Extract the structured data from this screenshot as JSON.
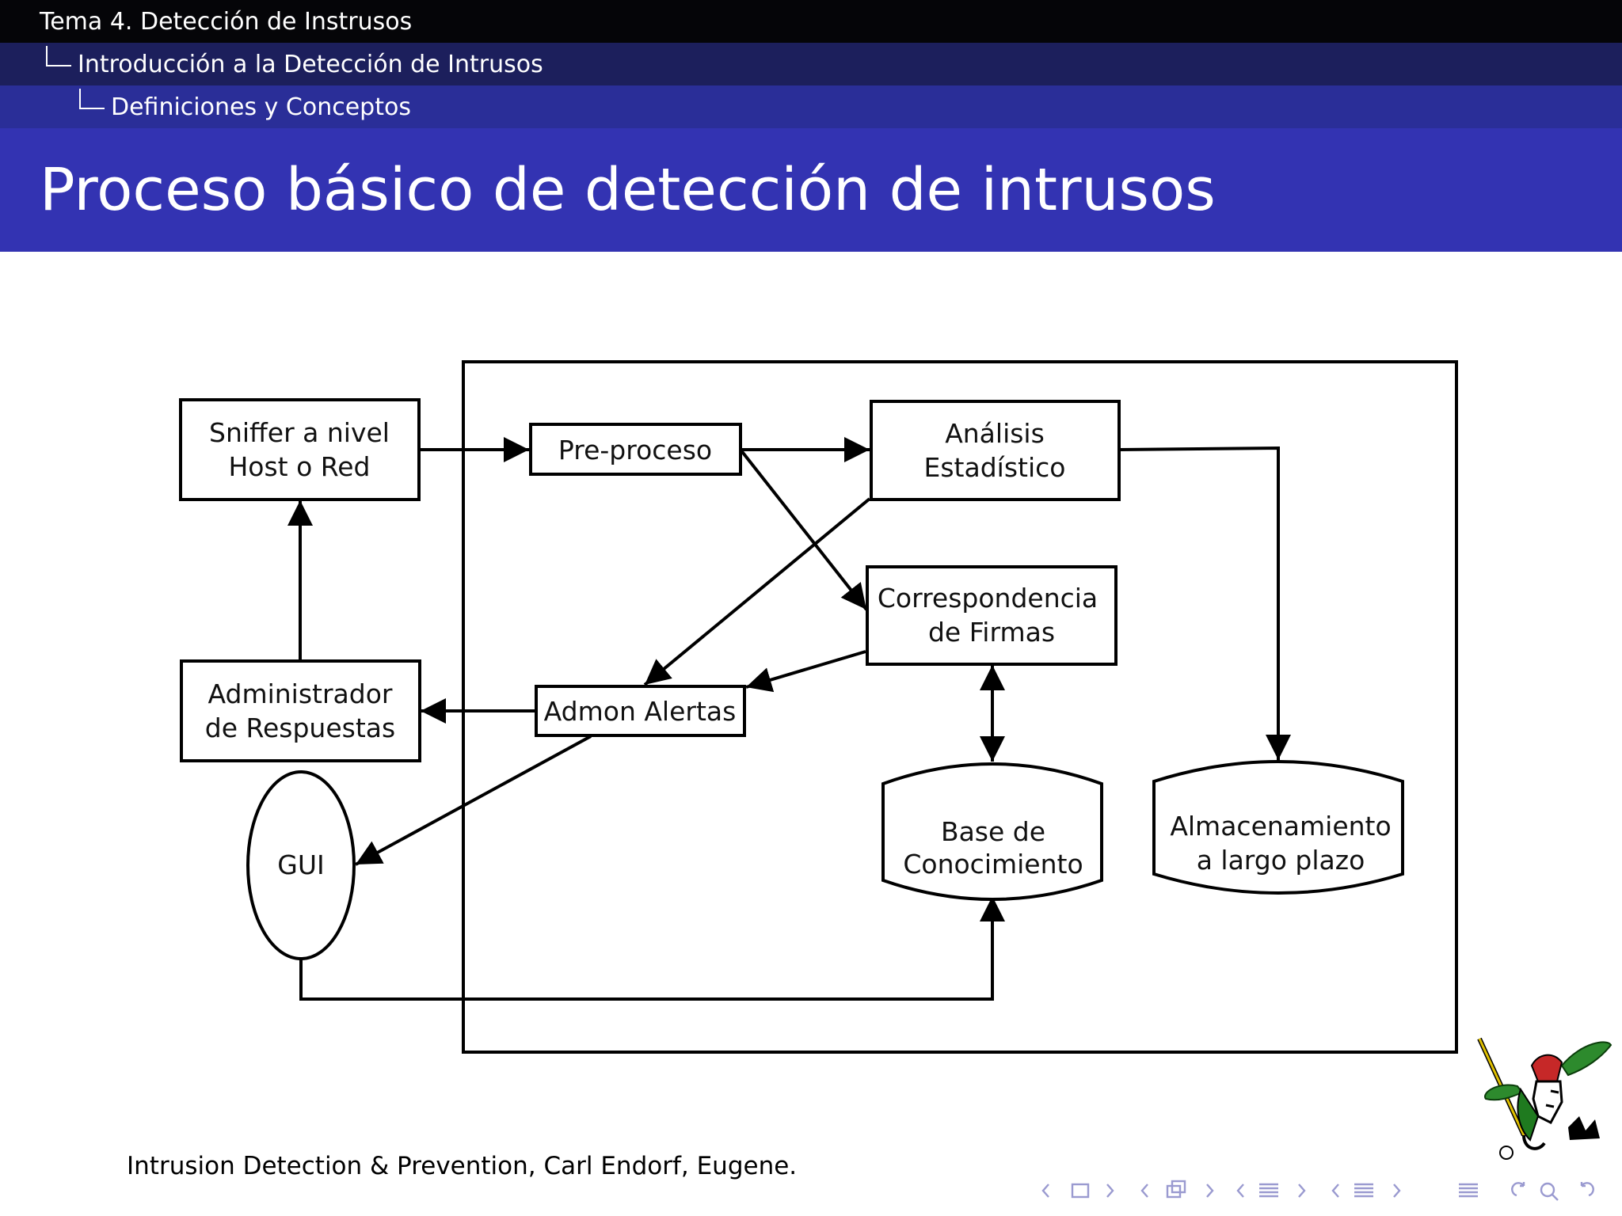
{
  "header": {
    "section": "Tema 4. Detección de Instrusos",
    "subsection": "Introducción a la Detección de Intrusos",
    "subsubsection": "Definiciones y Conceptos"
  },
  "slide": {
    "title": "Proceso básico de detección de intrusos",
    "citation": "Intrusion Detection & Prevention, Carl Endorf, Eugene."
  },
  "diagram": {
    "nodes": {
      "sniffer": [
        "Sniffer a nivel",
        "Host o Red"
      ],
      "preproceso": "Pre-proceso",
      "analisis": [
        "Análisis",
        "Estadístico"
      ],
      "correspondencia": [
        "Correspondencia",
        "de Firmas"
      ],
      "admon_alertas": "Admon Alertas",
      "administrador": [
        "Administrador",
        "de Respuestas"
      ],
      "gui": "GUI",
      "base": [
        "Base de",
        "Conocimiento"
      ],
      "almacenamiento": [
        "Almacenamiento",
        "a largo plazo"
      ]
    }
  },
  "colors": {
    "header_dark": "#050508",
    "header_mid": "#1c1f5c",
    "header_light": "#2a2e98",
    "title_bar": "#3333b2",
    "nav": "#9a9ad0"
  },
  "icons": [
    "nav-first-icon",
    "nav-frame-icon",
    "nav-subsection-icon",
    "nav-section-icon",
    "nav-align-icon",
    "nav-search-icon",
    "logo-emblem-icon"
  ]
}
